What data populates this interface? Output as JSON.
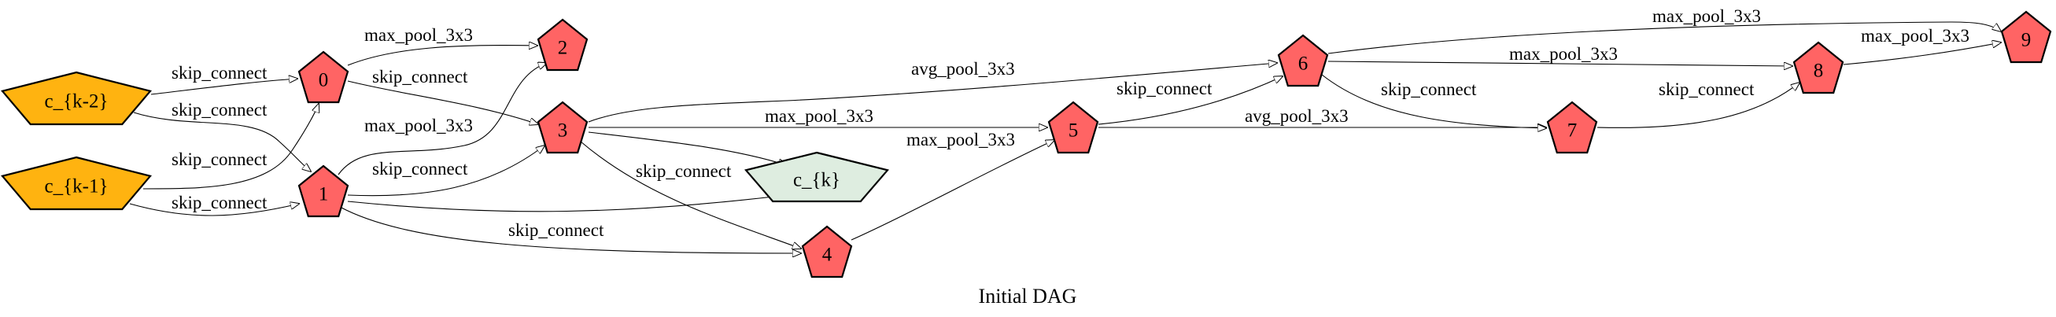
{
  "caption": "Initial DAG",
  "colors": {
    "input_fill": "#ffb310",
    "op_fill": "#ff6464",
    "output_fill": "#deede0",
    "stroke": "#000000"
  },
  "nodes": [
    {
      "id": "c_km2",
      "label": "c_{k-2}",
      "kind": "input"
    },
    {
      "id": "c_km1",
      "label": "c_{k-1}",
      "kind": "input"
    },
    {
      "id": "n0",
      "label": "0",
      "kind": "op"
    },
    {
      "id": "n1",
      "label": "1",
      "kind": "op"
    },
    {
      "id": "n2",
      "label": "2",
      "kind": "op"
    },
    {
      "id": "n3",
      "label": "3",
      "kind": "op"
    },
    {
      "id": "n4",
      "label": "4",
      "kind": "op"
    },
    {
      "id": "n5",
      "label": "5",
      "kind": "op"
    },
    {
      "id": "n6",
      "label": "6",
      "kind": "op"
    },
    {
      "id": "n7",
      "label": "7",
      "kind": "op"
    },
    {
      "id": "n8",
      "label": "8",
      "kind": "op"
    },
    {
      "id": "n9",
      "label": "9",
      "kind": "op"
    },
    {
      "id": "c_k",
      "label": "c_{k}",
      "kind": "output"
    }
  ],
  "edges": [
    {
      "from": "c_km2",
      "to": "n0",
      "label": "skip_connect"
    },
    {
      "from": "c_km2",
      "to": "n1",
      "label": "skip_connect"
    },
    {
      "from": "c_km1",
      "to": "n0",
      "label": "skip_connect"
    },
    {
      "from": "c_km1",
      "to": "n1",
      "label": "skip_connect"
    },
    {
      "from": "n0",
      "to": "n2",
      "label": "max_pool_3x3"
    },
    {
      "from": "n0",
      "to": "n3",
      "label": "skip_connect"
    },
    {
      "from": "n1",
      "to": "n2",
      "label": "max_pool_3x3"
    },
    {
      "from": "n1",
      "to": "n3",
      "label": "skip_connect"
    },
    {
      "from": "n1",
      "to": "n4",
      "label": "skip_connect"
    },
    {
      "from": "n1",
      "to": "c_k",
      "label": ""
    },
    {
      "from": "n3",
      "to": "n6",
      "label": "avg_pool_3x3"
    },
    {
      "from": "n3",
      "to": "n5",
      "label": "max_pool_3x3"
    },
    {
      "from": "n3",
      "to": "c_k",
      "label": "skip_connect"
    },
    {
      "from": "n3",
      "to": "n4",
      "label": ""
    },
    {
      "from": "n4",
      "to": "n5",
      "label": "max_pool_3x3"
    },
    {
      "from": "n5",
      "to": "n6",
      "label": "skip_connect"
    },
    {
      "from": "n5",
      "to": "n7",
      "label": "avg_pool_3x3"
    },
    {
      "from": "n6",
      "to": "n9",
      "label": "max_pool_3x3"
    },
    {
      "from": "n6",
      "to": "n8",
      "label": "max_pool_3x3"
    },
    {
      "from": "n6",
      "to": "n7",
      "label": "skip_connect"
    },
    {
      "from": "n7",
      "to": "n8",
      "label": "skip_connect"
    },
    {
      "from": "n8",
      "to": "n9",
      "label": "max_pool_3x3"
    }
  ]
}
